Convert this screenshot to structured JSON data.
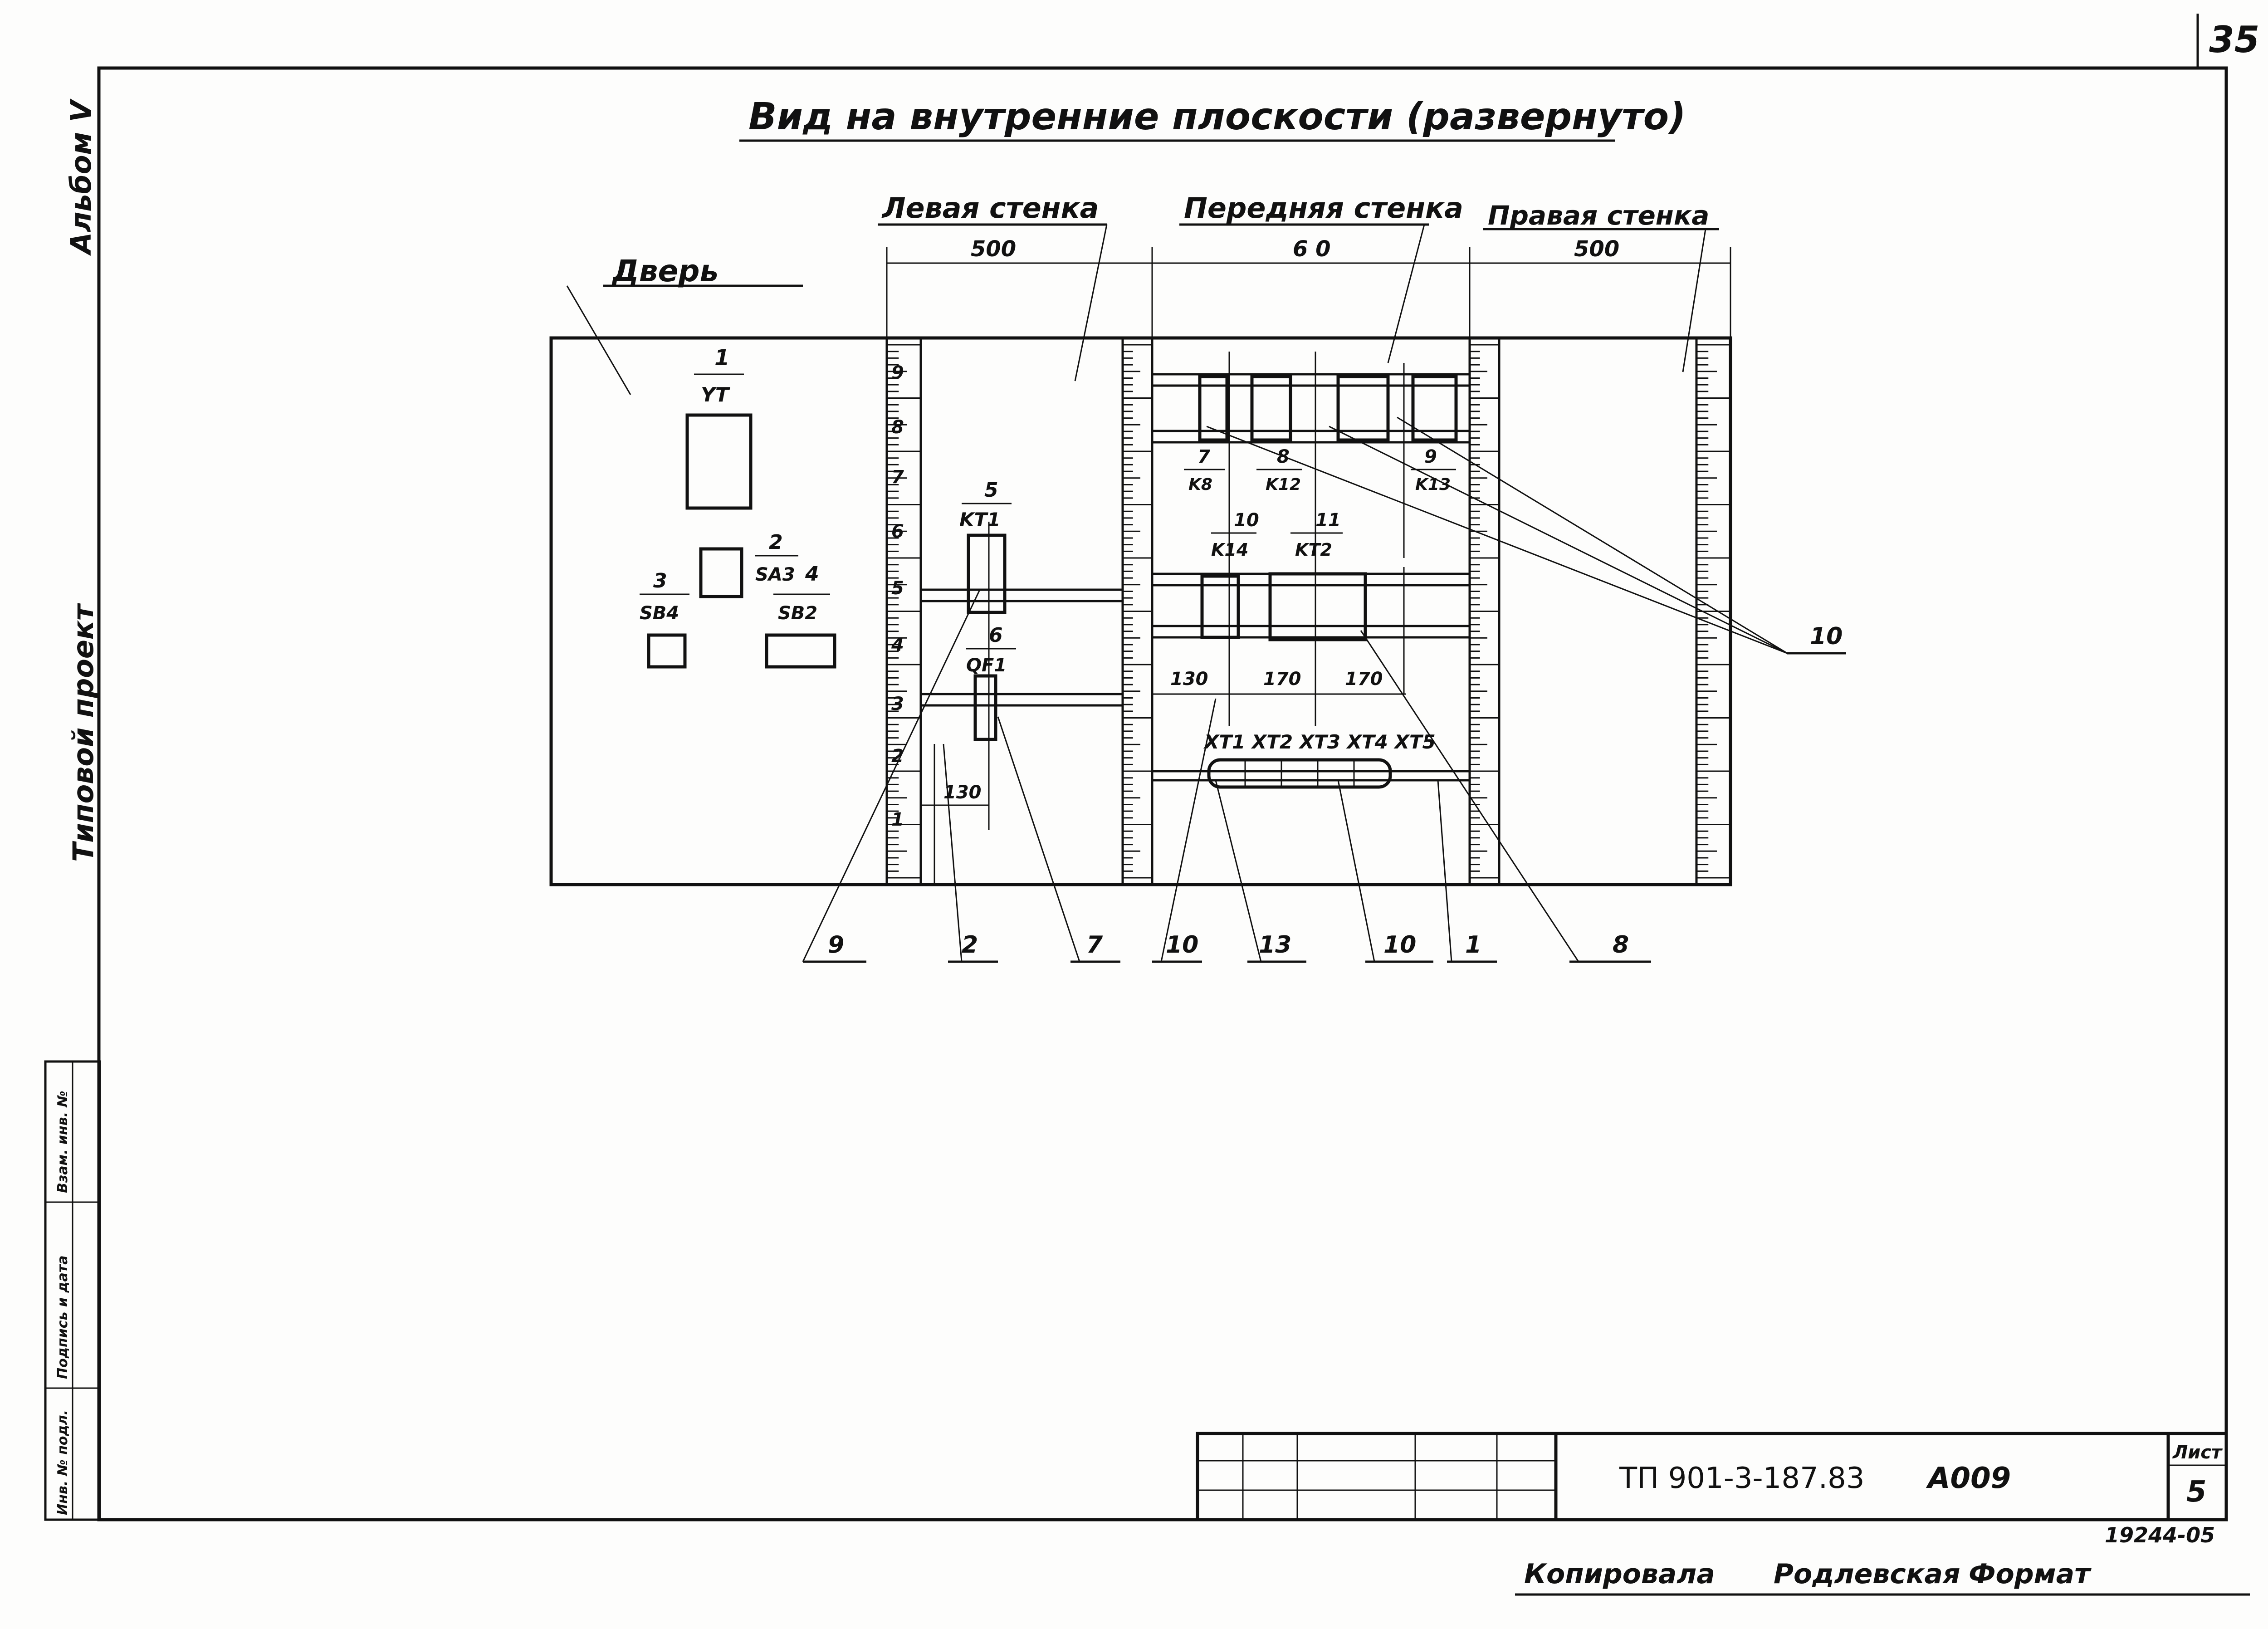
{
  "sheet_number": "35",
  "title": "Вид на внутренние плоскости (развернуто)",
  "side_labels": {
    "album": "Альбом V",
    "project": "Типовой проект"
  },
  "stamp_cells": [
    "Инв. № подл.",
    "Подпись и дата",
    "Взам. инв. №"
  ],
  "panels": {
    "door": "Дверь",
    "left_wall": "Левая стенка",
    "front_wall": "Передняя стенка",
    "right_wall": "Правая стенка"
  },
  "dimensions": {
    "left": "500",
    "front": "6 0",
    "right": "500",
    "d130": "130",
    "d170a": "170",
    "d170b": "170",
    "d130b": "130"
  },
  "ruler_ticks": [
    "1",
    "2",
    "3",
    "4",
    "5",
    "6",
    "7",
    "8",
    "9"
  ],
  "components": {
    "door": [
      {
        "num": "1",
        "code": "YT"
      },
      {
        "num": "2",
        "code": "SA3"
      },
      {
        "num": "3",
        "code": "SB4"
      },
      {
        "num": "4",
        "code": "SB2"
      }
    ],
    "left": [
      {
        "num": "5",
        "code": "KT1"
      },
      {
        "num": "6",
        "code": "QF1"
      }
    ],
    "front": [
      {
        "num": "7",
        "code": "K8"
      },
      {
        "num": "8",
        "code": "K12"
      },
      {
        "num": "9",
        "code": "K13"
      },
      {
        "num": "10",
        "code": "K14"
      },
      {
        "num": "11",
        "code": "KT2"
      }
    ]
  },
  "terminals": "XT1 XT2 XT3 XT4 XT5",
  "callouts": [
    "9",
    "2",
    "7",
    "10",
    "13",
    "10",
    "1",
    "8",
    "10"
  ],
  "title_block": {
    "designation": "ТП 901-3-187.83",
    "code": "А009",
    "sheet_label": "Лист",
    "sheet": "5",
    "inventory": "19244-05"
  },
  "footer": {
    "copied": "Копировала",
    "name": "Родлевская",
    "format": "Формат"
  }
}
